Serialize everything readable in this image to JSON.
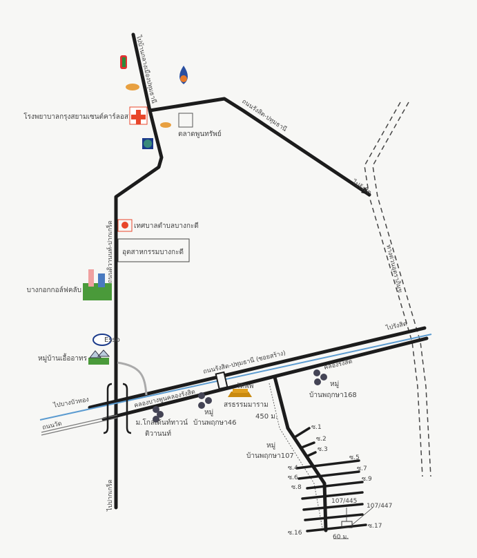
{
  "roads": {
    "to_pathum_center": "ไปบ้านกลางเมืองปทุมธานี",
    "rangsit_pathum_north": "ถนนรังสิต-ปทุมธานี",
    "to_rangsit_top": "ไปรังสิต",
    "expressway": "ทางด่วนอุตราภิมุข",
    "tiwanon_pakkret": "ถนนติวานนท์-ปากเกร็ด",
    "rangsit_pathum_soi": "ถนนรังสิต-ปทุมธานี (ซอยสร้าง)",
    "to_rangsit_east": "ไปรังสิต",
    "canal_rangsit_east": "คลองรังสิต",
    "canal_rangsit_west": "คลองบางพูนคลองรังสิต",
    "to_bang_bua_thong": "ไปบางบัวทอง",
    "road_west": "ถนนวัด",
    "to_pakkret": "ไปปากเกร็ด"
  },
  "places": {
    "hospital": "โรงพยาบาลกรุงสยามเซนต์คาร์ลอส",
    "market": "ตลาดพูนทรัพย์",
    "municipality": "เทศบาลตำบลบางกะดี",
    "industrial": "อุตสาหกรรมบางกะดี",
    "golf": "บางกอกกอล์ฟคลับ",
    "village_ueaathon": "หมู่บ้านเอื้ออาทร",
    "golden_town_1": "ม.โกลเด้นท์ทาวน์",
    "golden_town_2": "ติวานนท์",
    "pruksa46": "บ้านพฤกษา46",
    "pruksa46_moo": "หมู่",
    "temple_1": "วัดพพ",
    "temple_2": "สรธรรมมาราม",
    "pruksa168_moo": "หมู่",
    "pruksa168": "บ้านพฤกษา168",
    "pruksa107_moo": "หมู่",
    "pruksa107": "บ้านพฤกษา107",
    "esso": "Esso"
  },
  "distances": {
    "d450": "450 ม.",
    "d60": "60 ม."
  },
  "sois": [
    "ซ.1",
    "ซ.2",
    "ซ.3",
    "ซ.4",
    "ซ.5",
    "ซ.6",
    "ซ.7",
    "ซ.8",
    "ซ.9",
    "ซ.16",
    "ซ.17"
  ],
  "addresses": [
    "107/445",
    "107/447"
  ],
  "colors": {
    "road": "#1c1c1c",
    "canal": "#5b9bd0",
    "hospital": "#e8462a"
  }
}
